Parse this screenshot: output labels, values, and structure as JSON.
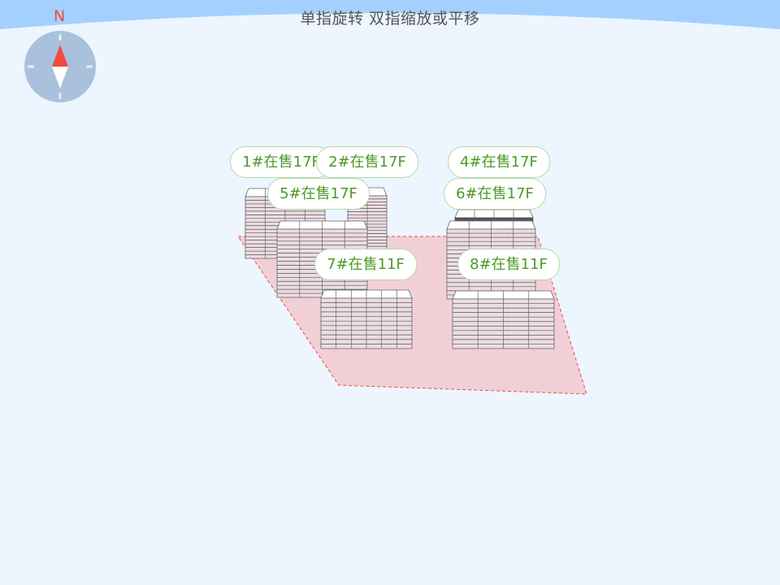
{
  "hint": "单指旋转 双指缩放或平移",
  "compass": {
    "north_label": "N",
    "icon": "compass-icon"
  },
  "colors": {
    "sky": "#a3d0ff",
    "background": "#edf5ff",
    "ground": "#f0d0d6",
    "ground_border": "#f24a3f",
    "label_text": "#4a9a26",
    "north": "#f24a3f"
  },
  "buildings": [
    {
      "id": "1",
      "label": "1#在售17F",
      "floors": 17
    },
    {
      "id": "2",
      "label": "2#在售17F",
      "floors": 17
    },
    {
      "id": "4",
      "label": "4#在售17F",
      "floors": 17
    },
    {
      "id": "5",
      "label": "5#在售17F",
      "floors": 17
    },
    {
      "id": "6",
      "label": "6#在售17F",
      "floors": 17
    },
    {
      "id": "7",
      "label": "7#在售11F",
      "floors": 11
    },
    {
      "id": "8",
      "label": "8#在售11F",
      "floors": 11
    }
  ]
}
